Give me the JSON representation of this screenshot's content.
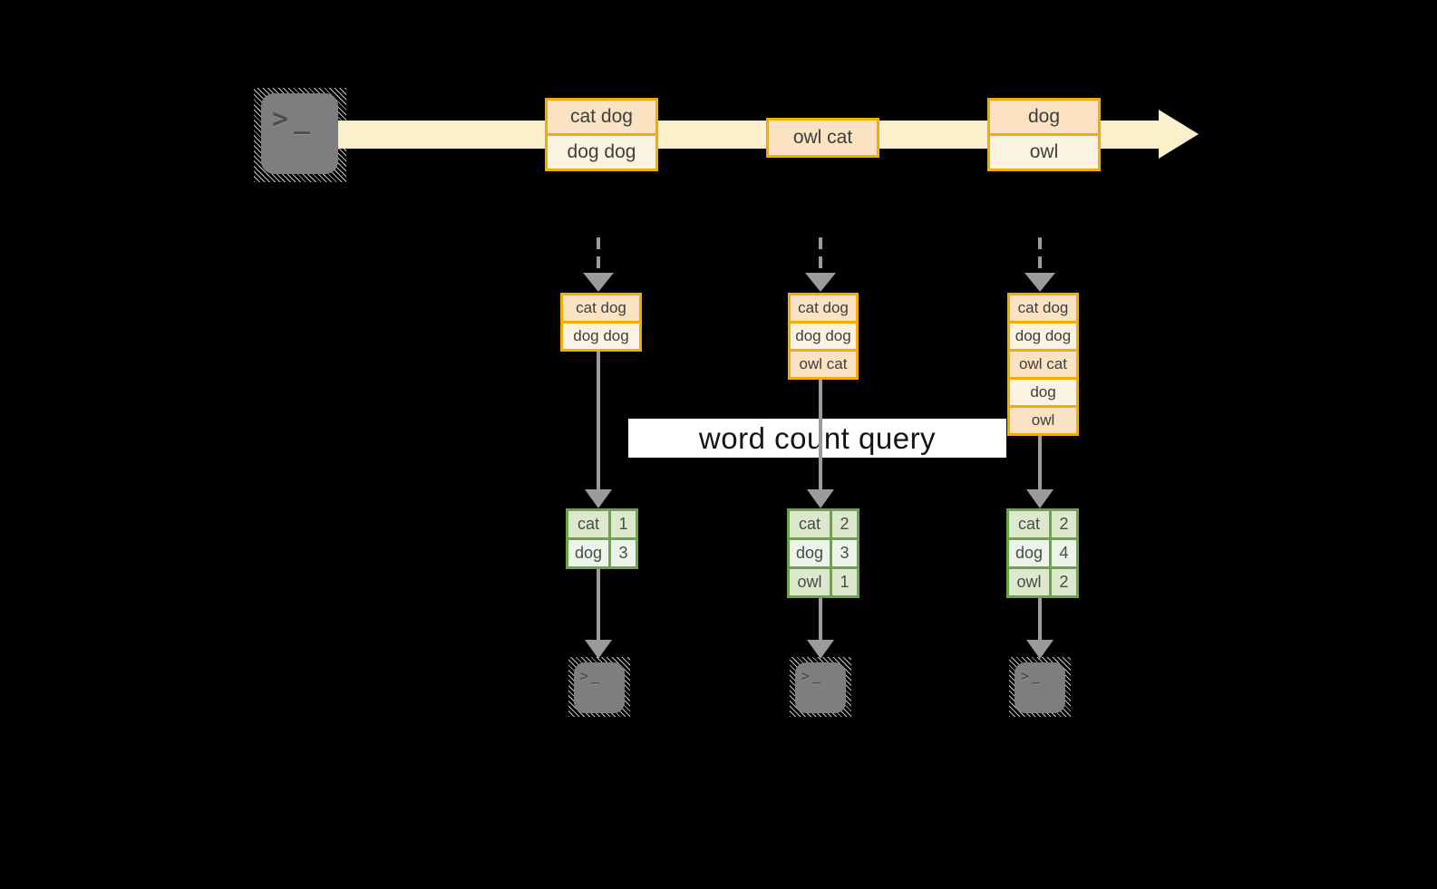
{
  "source_terminal": {
    "prompt_chevron": ">",
    "prompt_dash": "_"
  },
  "stream_events": [
    {
      "rows": [
        {
          "text": "cat dog"
        },
        {
          "text": "dog dog"
        }
      ]
    },
    {
      "rows": [
        {
          "text": "owl cat"
        }
      ]
    },
    {
      "rows": [
        {
          "text": "dog"
        },
        {
          "text": "owl"
        }
      ]
    }
  ],
  "query_label": "word count query",
  "workers": [
    {
      "buffer_rows": [
        {
          "text": "cat dog"
        },
        {
          "text": "dog dog"
        }
      ],
      "count_rows": [
        {
          "word": "cat",
          "value": "1"
        },
        {
          "word": "dog",
          "value": "3"
        }
      ],
      "terminal": {
        "prompt_chevron": ">",
        "prompt_dash": "_"
      }
    },
    {
      "buffer_rows": [
        {
          "text": "cat dog"
        },
        {
          "text": "dog dog"
        },
        {
          "text": "owl cat"
        }
      ],
      "count_rows": [
        {
          "word": "cat",
          "value": "2"
        },
        {
          "word": "dog",
          "value": "3"
        },
        {
          "word": "owl",
          "value": "1"
        }
      ],
      "terminal": {
        "prompt_chevron": ">",
        "prompt_dash": "_"
      }
    },
    {
      "buffer_rows": [
        {
          "text": "cat dog"
        },
        {
          "text": "dog dog"
        },
        {
          "text": "owl cat"
        },
        {
          "text": "dog"
        },
        {
          "text": "owl"
        }
      ],
      "count_rows": [
        {
          "word": "cat",
          "value": "2"
        },
        {
          "word": "dog",
          "value": "4"
        },
        {
          "word": "owl",
          "value": "2"
        }
      ],
      "terminal": {
        "prompt_chevron": ">",
        "prompt_dash": "_"
      }
    }
  ],
  "colors": {
    "background": "#000000",
    "stream_arrow": "#FBF0CB",
    "event_border": "#F1AE00",
    "event_fill_dark": "#FAE2C2",
    "event_fill_light": "#FDF3E3",
    "table_border": "#6BA644",
    "table_fill_dark": "#DCE9CD",
    "table_fill_light": "#EEF3EA",
    "connector": "#9B9B9B",
    "terminal": "#7E7E7E"
  }
}
